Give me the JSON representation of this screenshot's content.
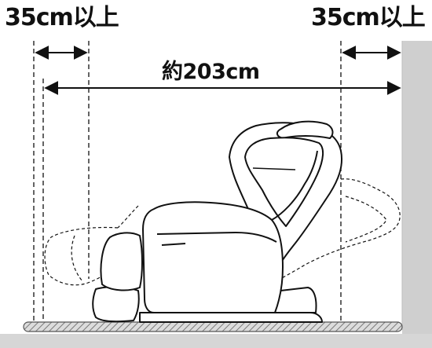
{
  "labels": {
    "left_clearance": "35cm以上",
    "right_clearance": "35cm以上",
    "total_length": "約203cm"
  },
  "colors": {
    "line": "#111111",
    "wall": "#cfcfcf",
    "floor_fill": "#dcdcdc",
    "floor_hatch": "#7a7a7a",
    "chair_fill": "#ffffff"
  }
}
